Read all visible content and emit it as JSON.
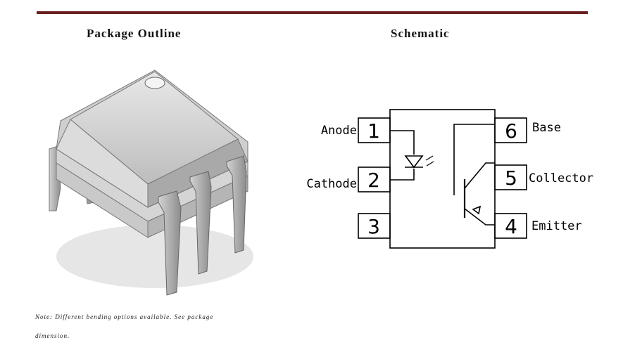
{
  "colors": {
    "rule": "#6b2020",
    "line": "#000000"
  },
  "headings": {
    "package": "Package Outline",
    "schematic": "Schematic"
  },
  "note": {
    "line1": "Note: Different bending options available. See package",
    "line2": "dimension."
  },
  "pins": [
    {
      "number": "1",
      "label": "Anode"
    },
    {
      "number": "2",
      "label": "Cathode"
    },
    {
      "number": "3",
      "label": ""
    },
    {
      "number": "4",
      "label": "Emitter"
    },
    {
      "number": "5",
      "label": "Collector"
    },
    {
      "number": "6",
      "label": "Base"
    }
  ]
}
